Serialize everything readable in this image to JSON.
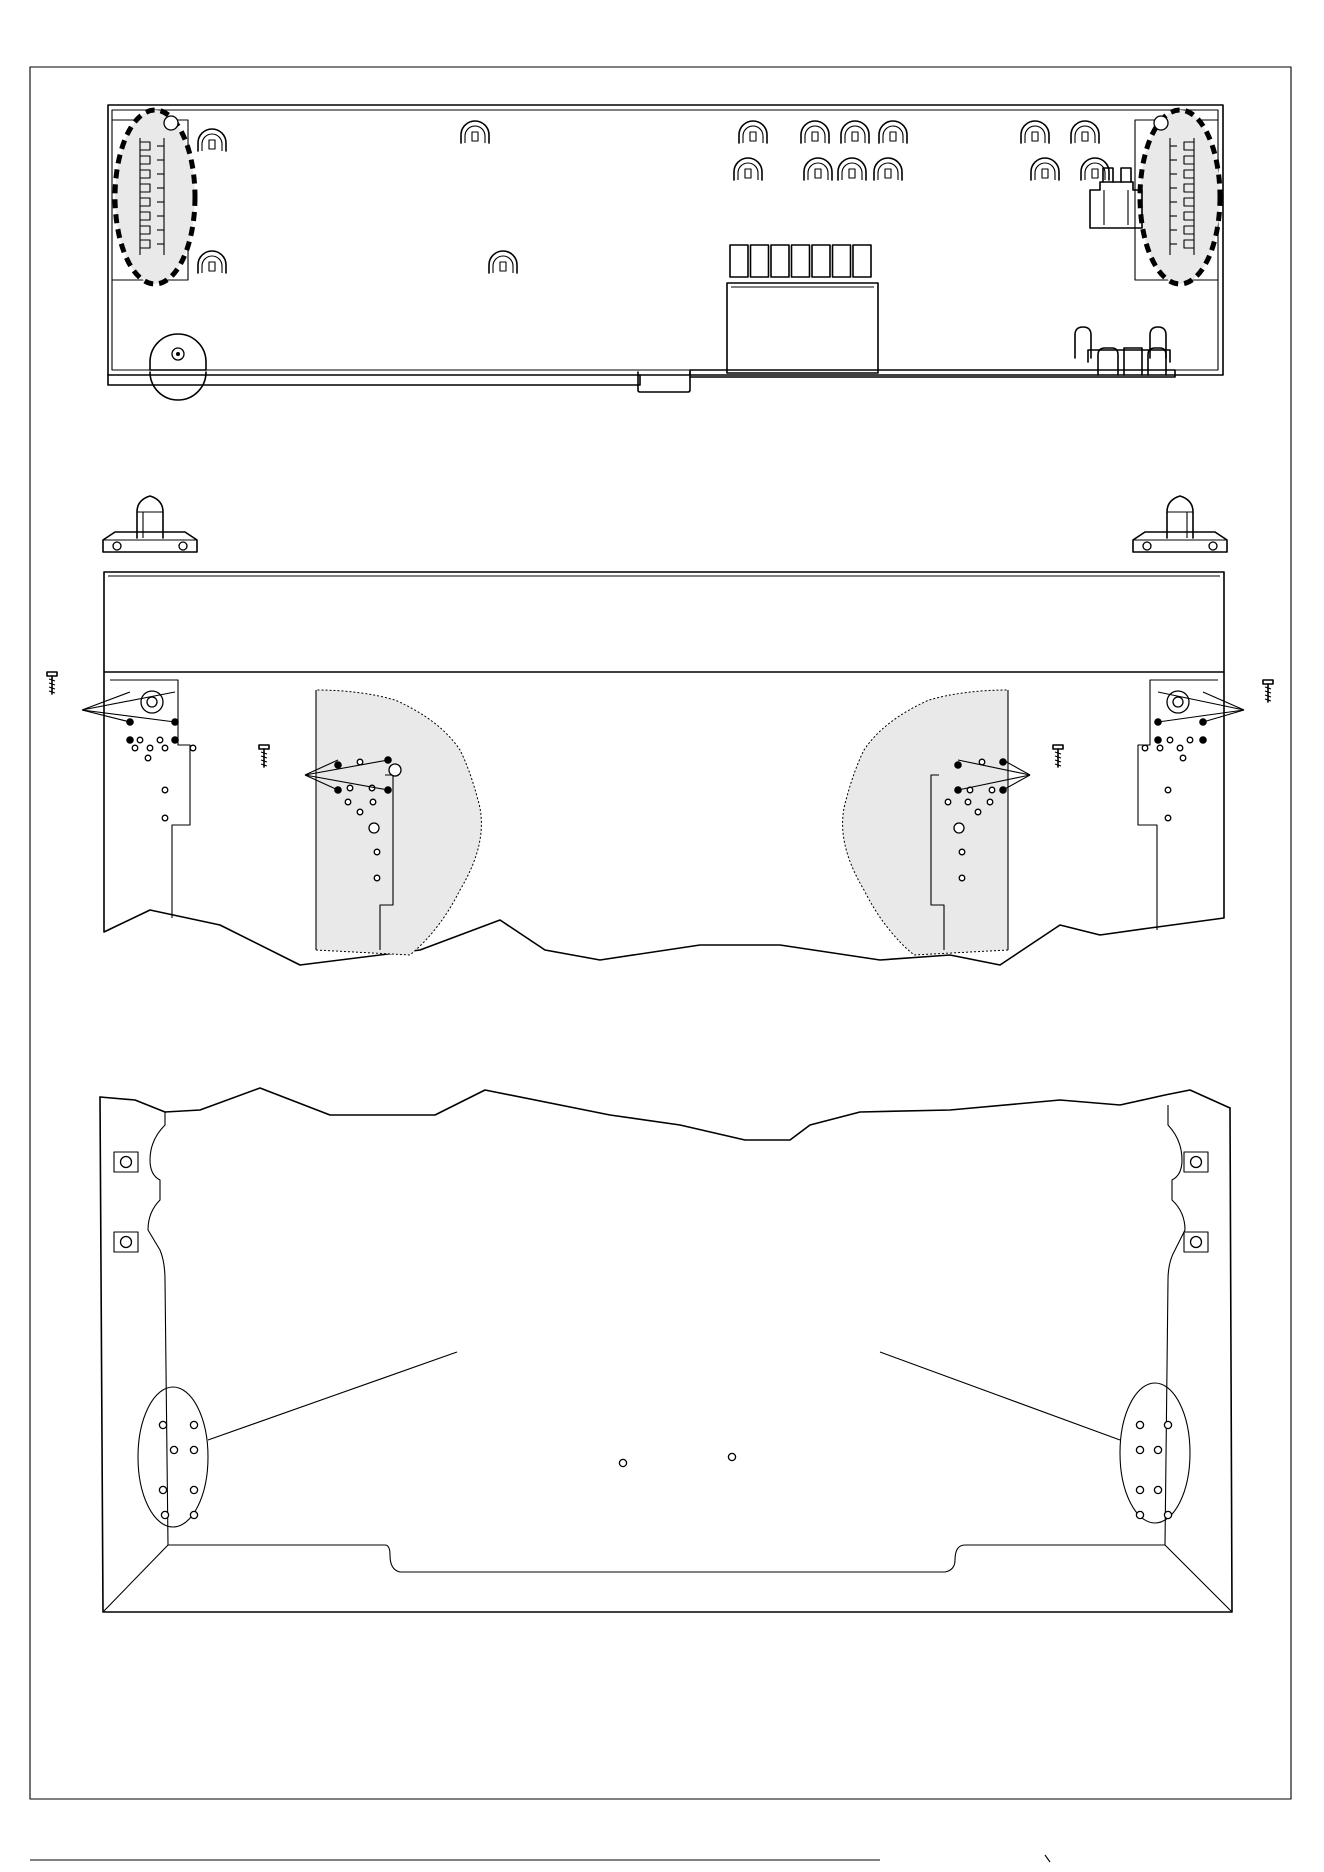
{
  "figure": {
    "type": "assembly-diagram",
    "views": [
      "control-panel-rear",
      "door-top-mounting",
      "door-inner-panel"
    ],
    "colors": {
      "line": "#000000",
      "shading": "#e9e9e9",
      "background": "#ffffff"
    },
    "icons": [
      "screw-icon",
      "mounting-bracket-icon",
      "dashed-ellipse-callout"
    ],
    "panel_key_count": 7,
    "screws_per_side": 2,
    "brackets": 2
  }
}
